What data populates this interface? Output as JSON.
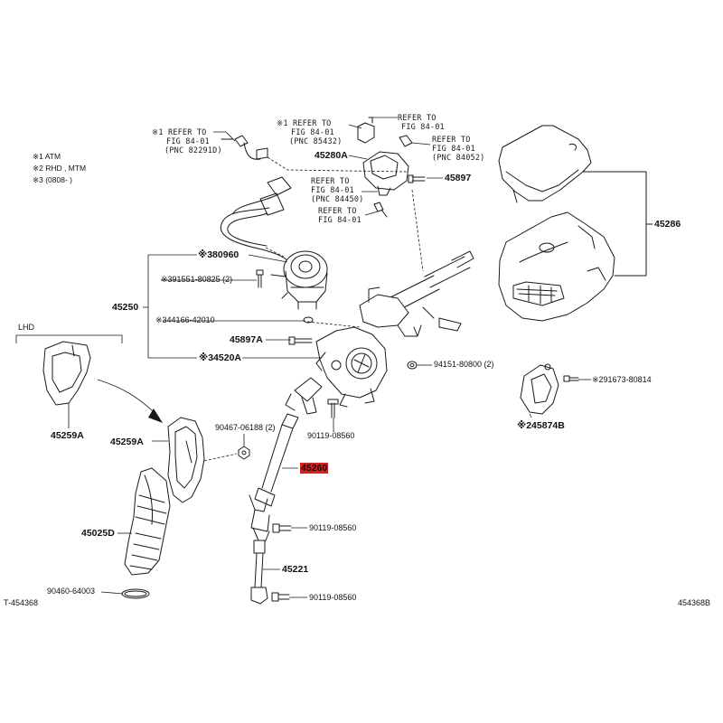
{
  "notes": [
    "※1 ATM",
    "※2 RHD , MTM",
    "※3 (0808-    )"
  ],
  "corner": {
    "left": "T-454368",
    "right": "454368B",
    "lhd": "LHD"
  },
  "refs": {
    "r1": {
      "lines": [
        "※1 REFER TO",
        "FIG 84-01",
        "(PNC 82291D)"
      ]
    },
    "r2": {
      "lines": [
        "※1 REFER TO",
        "FIG 84-01",
        "(PNC 85432)"
      ]
    },
    "r3": {
      "lines": [
        "REFER TO",
        "FIG 84-01"
      ]
    },
    "r4": {
      "lines": [
        "REFER TO",
        "FIG 84-01",
        "(PNC 84052)"
      ]
    },
    "r5": {
      "lines": [
        "REFER TO",
        "FIG 84-01",
        "(PNC 84450)"
      ]
    },
    "r6": {
      "lines": [
        "REFER TO",
        "FIG 84-01"
      ]
    }
  },
  "parts": {
    "p45280A": "45280A",
    "p45897a": "45897",
    "p45286": "45286",
    "p80960": "※380960",
    "p91551": "※391551-80825 (2)",
    "p45250": "45250",
    "p44166": "※344166-42010",
    "p45897A": "45897A",
    "p4520A": "※34520A",
    "p94151": "94151-80800 (2)",
    "p91673": "※291673-80814",
    "p45874B": "※245874B",
    "p90467": "90467-06188 (2)",
    "p90119a": "90119-08560",
    "p45259A1": "45259A",
    "p45259A2": "45259A",
    "p45260": "45260",
    "p90119b": "90119-08560",
    "p45025D": "45025D",
    "p45221": "45221",
    "p90119c": "90119-08560",
    "p90460": "90460-64003"
  },
  "colors": {
    "highlight": "#d81e1e",
    "line": "#1a1a1a"
  }
}
